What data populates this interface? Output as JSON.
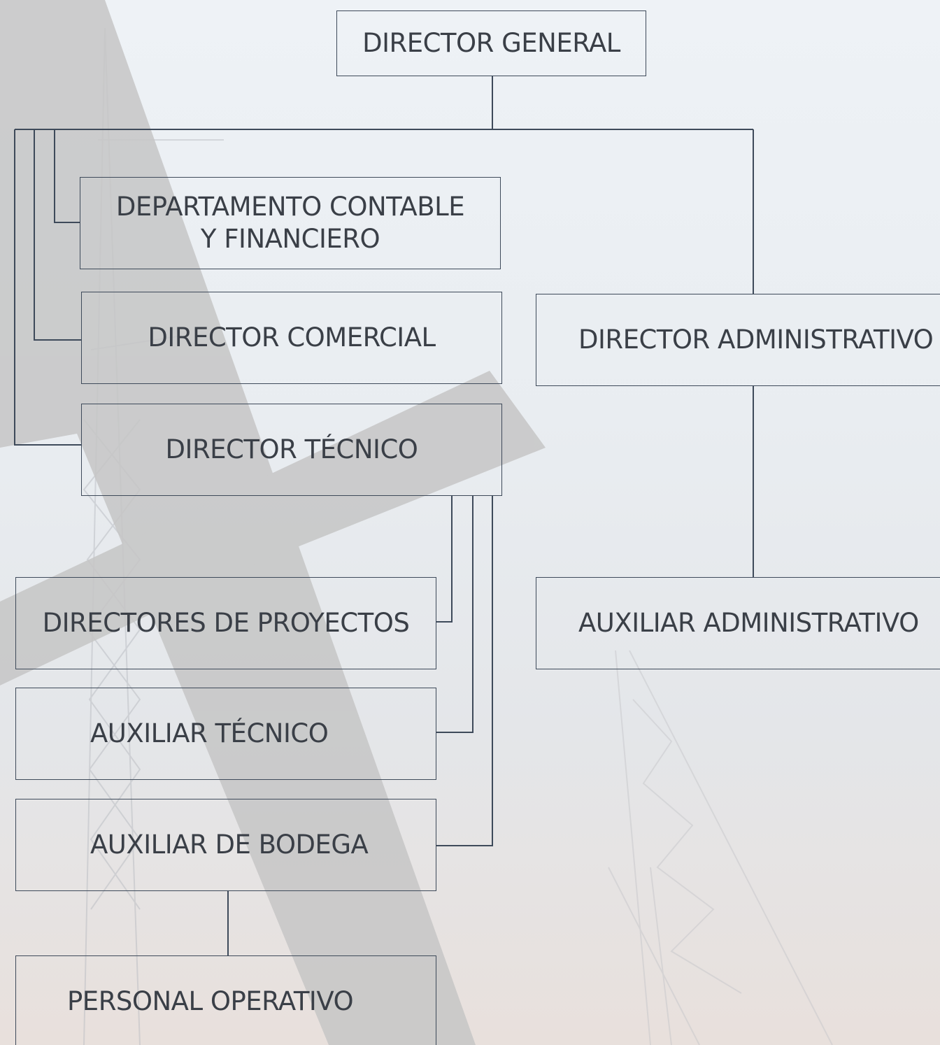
{
  "org_chart": {
    "director_general": "DIRECTOR GENERAL",
    "dept_contable": {
      "line1": "DEPARTAMENTO CONTABLE",
      "line2": "Y FINANCIERO"
    },
    "director_comercial": "DIRECTOR COMERCIAL",
    "director_tecnico": "DIRECTOR TÉCNICO",
    "director_administrativo": "DIRECTOR ADMINISTRATIVO",
    "auxiliar_administrativo": "AUXILIAR ADMINISTRATIVO",
    "directores_proyectos": "DIRECTORES DE PROYECTOS",
    "auxiliar_tecnico": "AUXILIAR TÉCNICO",
    "auxiliar_bodega": "AUXILIAR DE BODEGA",
    "personal_operativo": "PERSONAL OPERATIVO"
  },
  "colors": {
    "line": "#3e4a5a",
    "text": "#3a3f47",
    "background": "#eaeef2",
    "accent_band": "#c4c4c4"
  }
}
